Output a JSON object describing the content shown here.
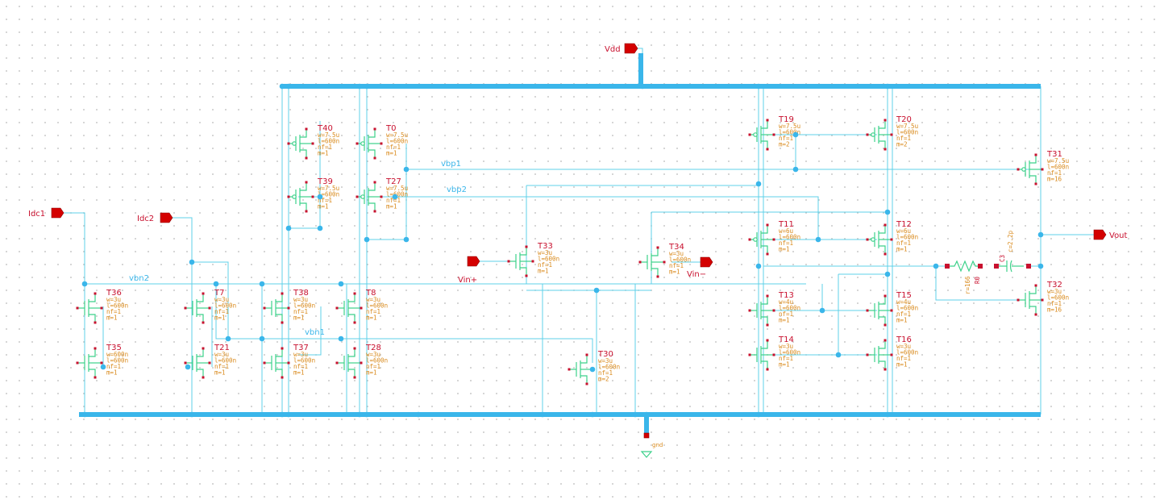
{
  "ports": {
    "vdd": "Vdd",
    "idc1": "Idc1",
    "idc2": "Idc2",
    "vin_plus": "Vin+",
    "vin_minus": "Vin−",
    "vout": "Vout",
    "gnd": "gnd"
  },
  "nets": {
    "vbn2": "vbn2",
    "vbn1": "vbn1",
    "vbp1": "vbp1",
    "vbp2": "vbp2"
  },
  "transistors": [
    {
      "name": "T36",
      "params": [
        "w=3u",
        "l=600n",
        "nf=1",
        "m=1"
      ]
    },
    {
      "name": "T35",
      "params": [
        "w=600n",
        "l=600n",
        "nf=1",
        "m=1"
      ]
    },
    {
      "name": "T7",
      "params": [
        "w=3u",
        "l=600n",
        "nf=1",
        "m=1"
      ]
    },
    {
      "name": "T21",
      "params": [
        "w=3u",
        "l=600n",
        "nf=1",
        "m=1"
      ]
    },
    {
      "name": "T40",
      "params": [
        "w=7.5u",
        "l=600n",
        "nf=1",
        "m=1"
      ]
    },
    {
      "name": "T39",
      "params": [
        "w=7.5u",
        "l=600n",
        "nf=1",
        "m=1"
      ]
    },
    {
      "name": "T0",
      "params": [
        "w=7.5u",
        "l=600n",
        "nf=1",
        "m=1"
      ]
    },
    {
      "name": "T27",
      "params": [
        "w=7.5u",
        "l=600n",
        "nf=1",
        "m=1"
      ]
    },
    {
      "name": "T38",
      "params": [
        "w=3u",
        "l=600n",
        "nf=1",
        "m=1"
      ]
    },
    {
      "name": "T37",
      "params": [
        "w=3u",
        "l=600n",
        "nf=1",
        "m=1"
      ]
    },
    {
      "name": "T8",
      "params": [
        "w=3u",
        "l=600n",
        "nf=1",
        "m=1"
      ]
    },
    {
      "name": "T28",
      "params": [
        "w=3u",
        "l=600n",
        "nf=1",
        "m=1"
      ]
    },
    {
      "name": "T33",
      "params": [
        "w=3u",
        "l=600n",
        "nf=1",
        "m=1"
      ]
    },
    {
      "name": "T34",
      "params": [
        "w=3u",
        "l=600n",
        "nf=1",
        "m=1"
      ]
    },
    {
      "name": "T30",
      "params": [
        "w=3u",
        "l=600n",
        "nf=1",
        "m=2"
      ]
    },
    {
      "name": "T19",
      "params": [
        "w=7.5u",
        "l=600n",
        "nf=1",
        "m=2"
      ]
    },
    {
      "name": "T20",
      "params": [
        "w=7.5u",
        "l=600n",
        "nf=1",
        "m=2"
      ]
    },
    {
      "name": "T11",
      "params": [
        "w=6u",
        "l=600n",
        "nf=1",
        "m=1"
      ]
    },
    {
      "name": "T12",
      "params": [
        "w=6u",
        "l=600n",
        "nf=1",
        "m=1"
      ]
    },
    {
      "name": "T13",
      "params": [
        "w=4u",
        "l=600n",
        "nf=1",
        "m=1"
      ]
    },
    {
      "name": "T15",
      "params": [
        "w=4u",
        "l=600n",
        "nf=1",
        "m=1"
      ]
    },
    {
      "name": "T14",
      "params": [
        "w=3u",
        "l=600n",
        "nf=1",
        "m=1"
      ]
    },
    {
      "name": "T16",
      "params": [
        "w=3u",
        "l=600n",
        "nf=1",
        "m=1"
      ]
    },
    {
      "name": "T31",
      "params": [
        "w=7.5u",
        "l=600n",
        "nf=1",
        "m=16"
      ]
    },
    {
      "name": "T32",
      "params": [
        "w=3u",
        "l=600n",
        "nf=1",
        "m=16"
      ]
    }
  ],
  "resistor": {
    "name": "R0",
    "value": "r=166"
  },
  "capacitor": {
    "name": "C3",
    "value": "c=2.2p"
  },
  "colors": {
    "wire": "#5fd0e8",
    "rail": "#3ab6ea",
    "device": "#3cd18a",
    "instance_name": "#c8102e",
    "params": "#d98a1c",
    "port": "#d40000"
  }
}
